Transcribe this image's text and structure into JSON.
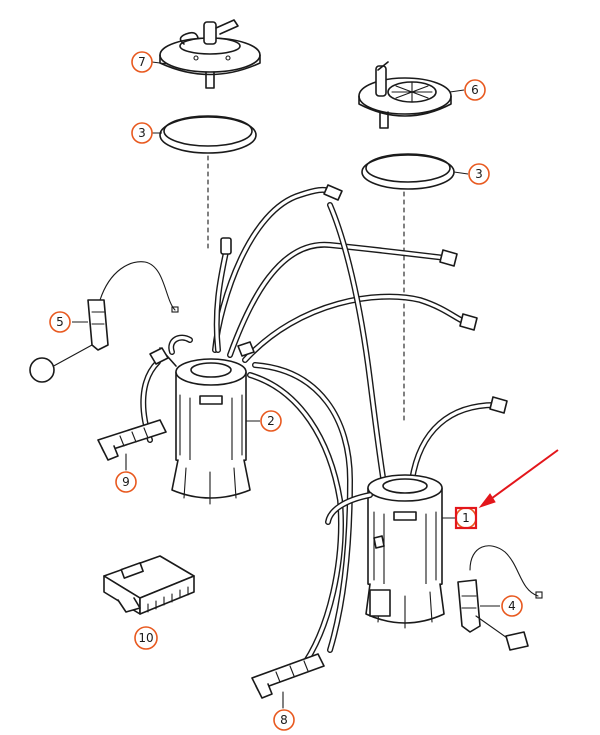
{
  "colors": {
    "callout_ring": "#e8591f",
    "highlight": "#e3161b",
    "line": "#1a1a1a"
  },
  "callouts": {
    "c1": "1",
    "c2": "2",
    "c3a": "3",
    "c3b": "3",
    "c4": "4",
    "c5": "5",
    "c6": "6",
    "c7": "7",
    "c8": "8",
    "c9": "9",
    "c10": "10"
  },
  "highlight": {
    "target": "1",
    "icon": "red-arrow-icon"
  }
}
